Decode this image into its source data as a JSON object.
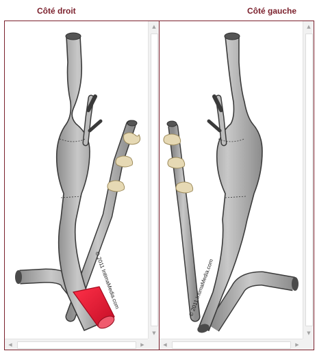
{
  "labels": {
    "right_side_title": "Côté droit",
    "left_side_title": "Côté gauche"
  },
  "watermark": "© 2011 IntimaMedia.com",
  "icons": {
    "scroll_up": "▲",
    "scroll_down": "▼",
    "scroll_left": "◀",
    "scroll_right": "▶"
  },
  "colors": {
    "title": "#7a1f2b",
    "panel_border": "#7a1f2b",
    "vessel_fill": "#9d9d9d",
    "vessel_highlight": "#c9c9c9",
    "vessel_stroke": "#3a3a3a",
    "vessel_end": "#555555",
    "vertebra": "#e6d9b4",
    "highlight_segment": "#e21b34"
  }
}
